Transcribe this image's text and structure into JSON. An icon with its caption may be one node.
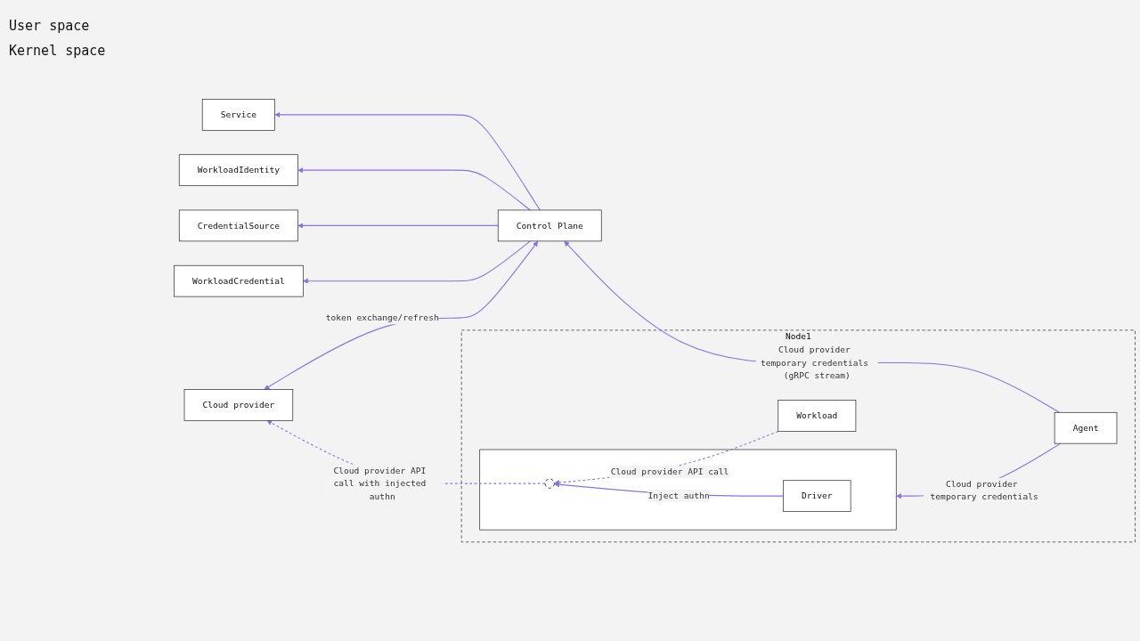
{
  "diagram": {
    "nodes": [
      {
        "text": [
          "Service"
        ]
      },
      {
        "text": [
          "WorkloadIdentity"
        ]
      },
      {
        "text": [
          "CredentialSource"
        ]
      },
      {
        "text": [
          "WorkloadCredential"
        ]
      },
      {
        "text": [
          "Control Plane"
        ]
      },
      {
        "text": [
          "Cloud provider"
        ]
      },
      {
        "text": [
          "Node1"
        ]
      },
      {
        "text": [
          "Agent"
        ],
        "in": 6
      },
      {
        "text": [
          "Workload"
        ],
        "in": 6
      },
      {
        "text": [],
        "shape": "box",
        "in": 6
      },
      {
        "text": [
          "Driver"
        ],
        "in": 9
      },
      {
        "text": [],
        "shape": "circle",
        "in": 9
      }
    ],
    "edges": [
      {
        "from": 4,
        "to": 0,
        "arrow": "to"
      },
      {
        "from": 4,
        "to": 1,
        "arrow": "to"
      },
      {
        "from": 4,
        "to": 2,
        "arrow": "to"
      },
      {
        "from": 4,
        "to": 3,
        "arrow": "to"
      },
      {
        "from": 4,
        "to": 5,
        "arrow": "both",
        "label": "token exchange/refresh"
      },
      {
        "from": 7,
        "to": 4,
        "arrow": "to",
        "label": "Cloud provider temporary credentials (gRPC stream)"
      },
      {
        "from": 7,
        "to": 9,
        "arrow": "to",
        "label": "Cloud provider temporary credentials"
      },
      {
        "from": 8,
        "to": 11,
        "arrow": "to",
        "style": "dashed",
        "label": "Cloud provider API call"
      },
      {
        "from": 10,
        "to": 11,
        "arrow": "to",
        "label": "Inject authn"
      },
      {
        "from": 11,
        "to": 5,
        "arrow": "to",
        "style": "dashed",
        "label": "Cloud provider API call with injected authn"
      }
    ],
    "labels": [
      "User space",
      "Kernel space"
    ]
  }
}
